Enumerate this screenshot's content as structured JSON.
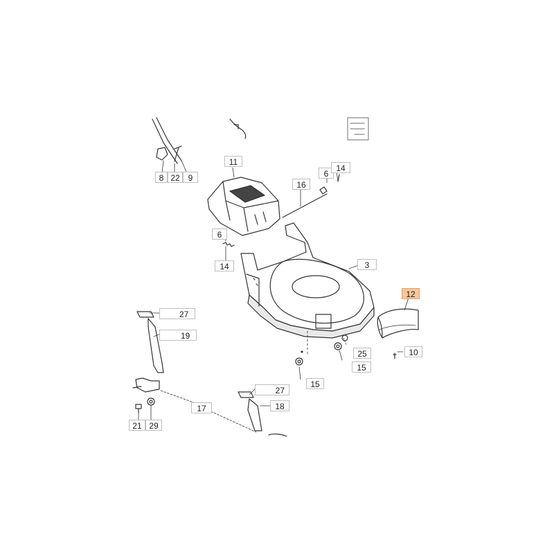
{
  "diagram": {
    "highlight_color": "#f7c69a",
    "line_color": "#333333",
    "labels": {
      "p8": "8",
      "p22": "22",
      "p9": "9",
      "p11": "11",
      "p6a": "6",
      "p14a": "14",
      "p16": "16",
      "p6b": "6",
      "p14b": "14",
      "p3": "3",
      "p12": "12",
      "p27a": "27",
      "p19": "19",
      "p25": "25",
      "p15a": "15",
      "p10": "10",
      "p15b": "15",
      "p17": "17",
      "p27b": "27",
      "p18": "18",
      "p21": "21",
      "p29": "29"
    },
    "highlighted_part": "12"
  }
}
